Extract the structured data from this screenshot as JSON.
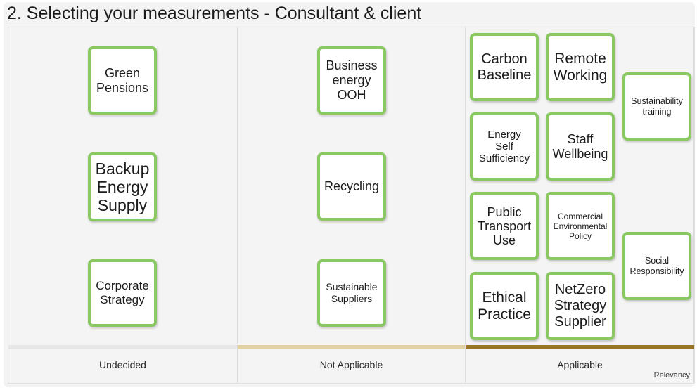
{
  "title": "2. Selecting your measurements - Consultant & client",
  "colors": {
    "card_border": "#8ac962",
    "band_not_applicable": "#e3d3a2",
    "band_applicable": "#9a7422"
  },
  "axis_label": "Relevancy",
  "columns": [
    {
      "label": "Undecided"
    },
    {
      "label": "Not Applicable"
    },
    {
      "label": "Applicable"
    }
  ],
  "cards": {
    "green_pensions": "Green\nPensions",
    "backup_energy_supply": "Backup\nEnergy\nSupply",
    "corporate_strategy": "Corporate\nStrategy",
    "business_energy_ooh": "Business\nenergy\nOOH",
    "recycling": "Recycling",
    "sustainable_suppliers": "Sustainable\nSuppliers",
    "carbon_baseline": "Carbon\nBaseline",
    "remote_working": "Remote\nWorking",
    "sustainability_training": "Sustainability\ntraining",
    "energy_self_sufficiency": "Energy\nSelf\nSufficiency",
    "staff_wellbeing": "Staff\nWellbeing",
    "public_transport_use": "Public\nTransport\nUse",
    "commercial_environmental_policy": "Commercial\nEnvironmental\nPolicy",
    "social_responsibility": "Social\nResponsibility",
    "ethical_practice": "Ethical\nPractice",
    "netzero_strategy_supplier": "NetZero\nStrategy\nSupplier"
  }
}
